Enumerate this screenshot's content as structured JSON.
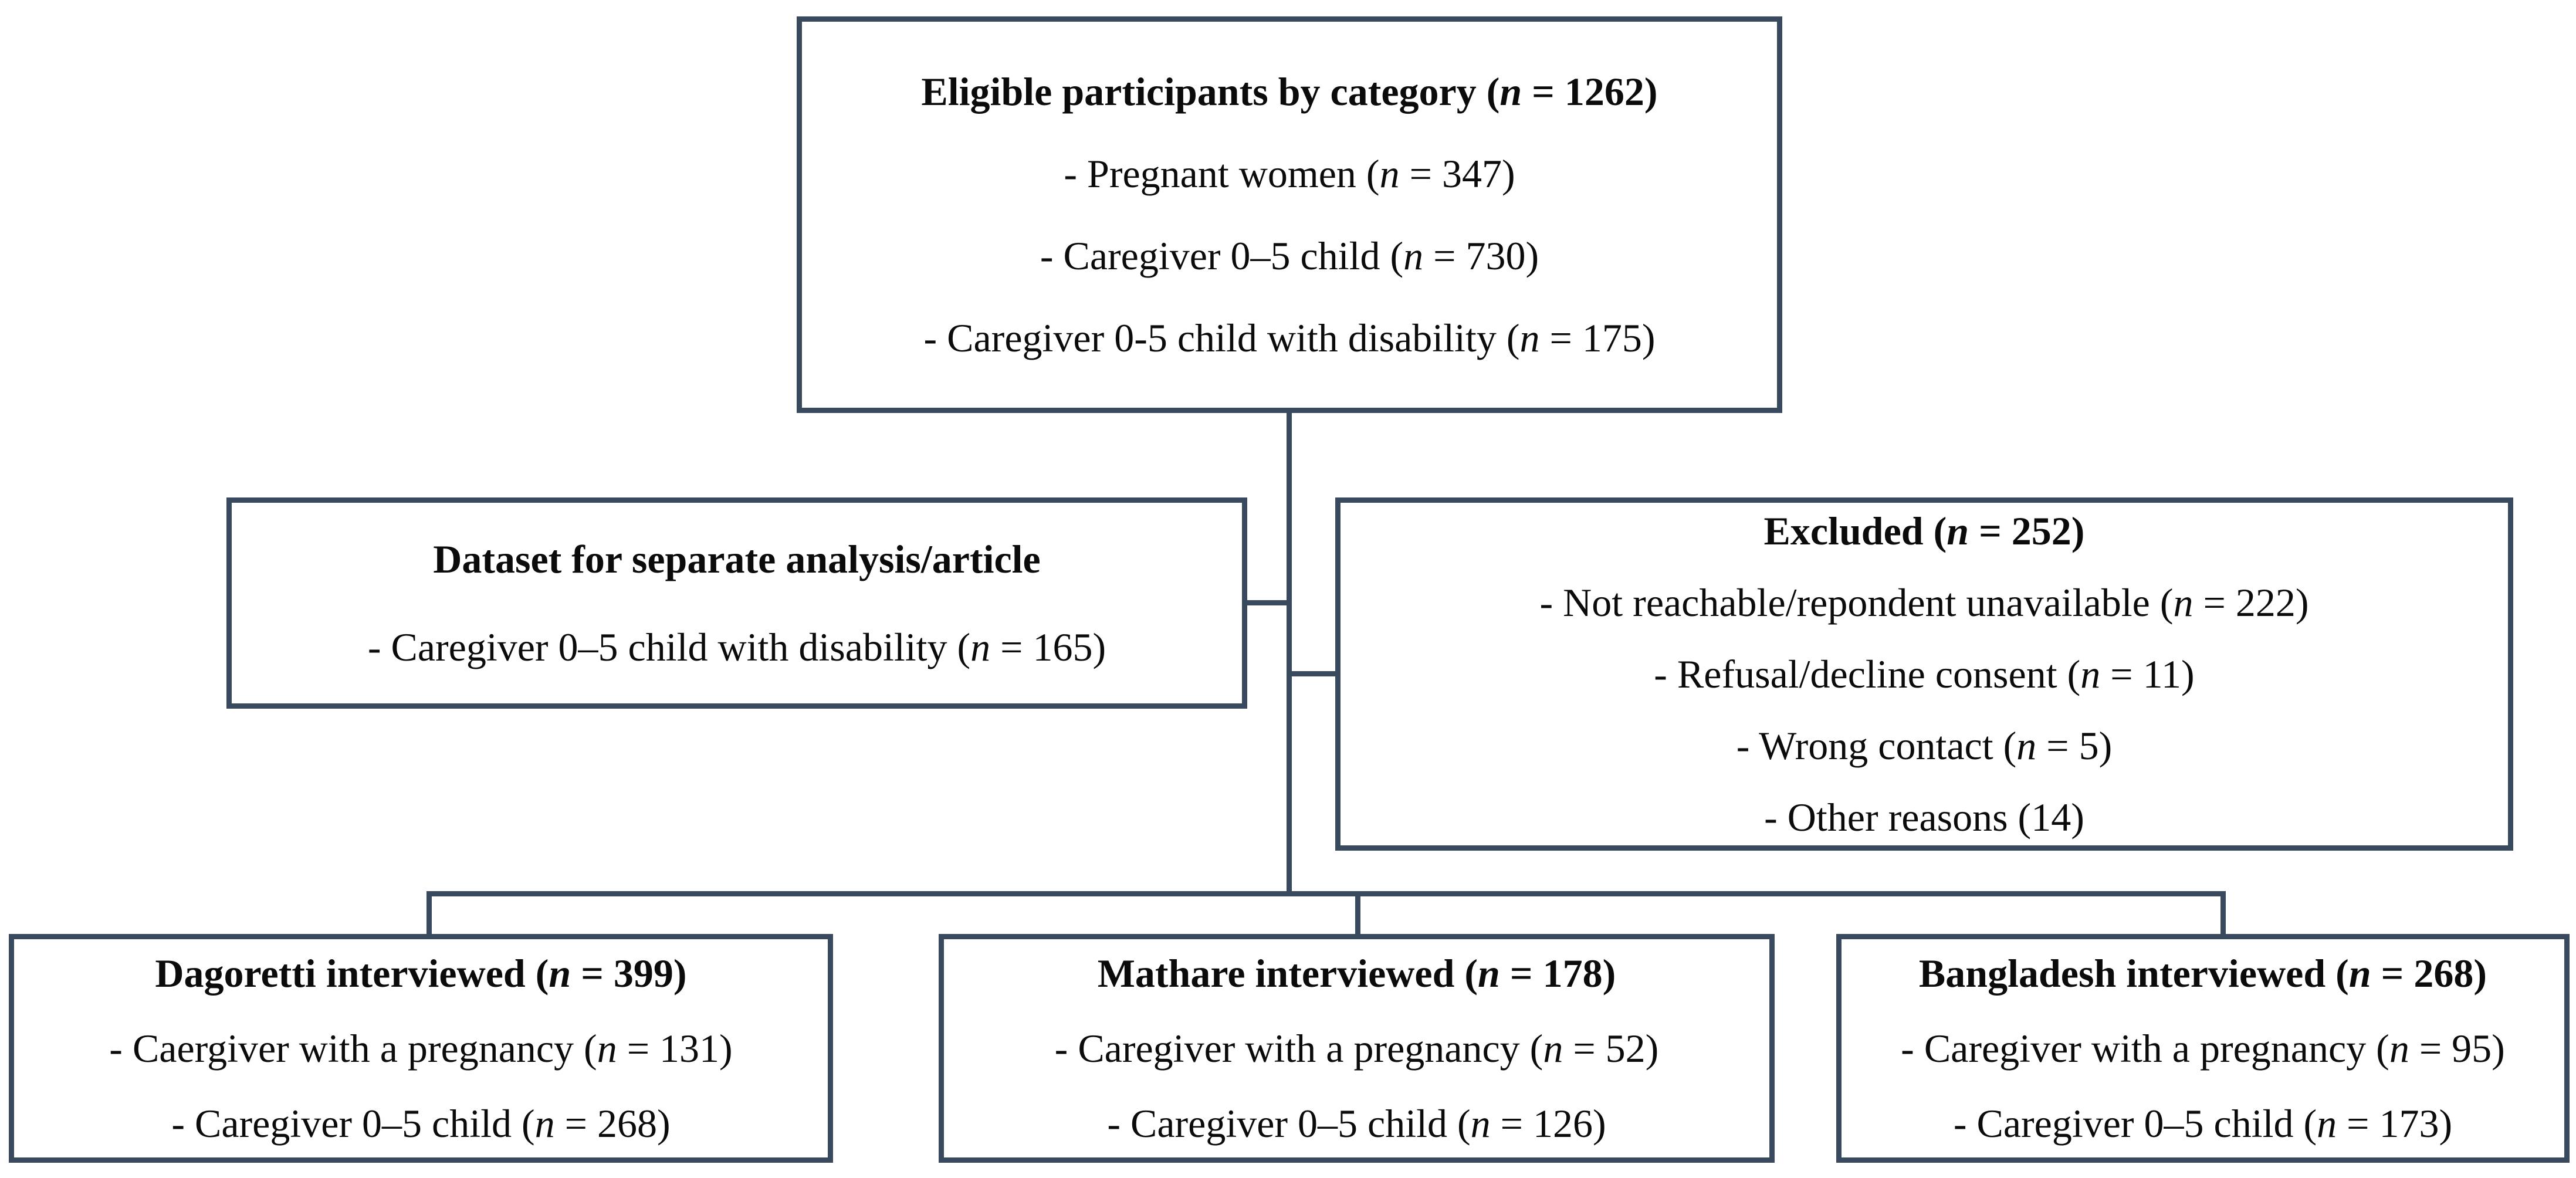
{
  "figure": {
    "background_color": "#ffffff",
    "line_color": "#3a4a5e",
    "text_color": "#0b0b0b"
  },
  "boxes": {
    "eligible": {
      "title": "Eligible participants by category (n = 1262)",
      "items": [
        "- Pregnant women (n = 347)",
        "- Caregiver 0–5 child (n = 730)",
        "- Caregiver 0-5 child with disability (n = 175)"
      ]
    },
    "dataset": {
      "title": "Dataset for separate analysis/article",
      "items": [
        "- Caregiver 0–5 child with disability (n = 165)"
      ]
    },
    "excluded": {
      "title": "Excluded (n = 252)",
      "items": [
        "- Not reachable/repondent unavailable (n = 222)",
        "- Refusal/decline consent (n = 11)",
        "- Wrong contact (n = 5)",
        "- Other reasons (14)"
      ]
    },
    "dagoretti": {
      "title": "Dagoretti interviewed (n = 399)",
      "items": [
        "- Caergiver with a pregnancy (n = 131)",
        "- Caregiver 0–5 child (n = 268)"
      ]
    },
    "mathare": {
      "title": "Mathare interviewed (n = 178)",
      "items": [
        "- Caregiver with a pregnancy (n = 52)",
        "- Caregiver 0–5 child (n = 126)"
      ]
    },
    "bangladesh": {
      "title": "Bangladesh interviewed (n = 268)",
      "items": [
        "- Caregiver with a pregnancy (n = 95)",
        "- Caregiver 0–5 child (n = 173)"
      ]
    }
  }
}
